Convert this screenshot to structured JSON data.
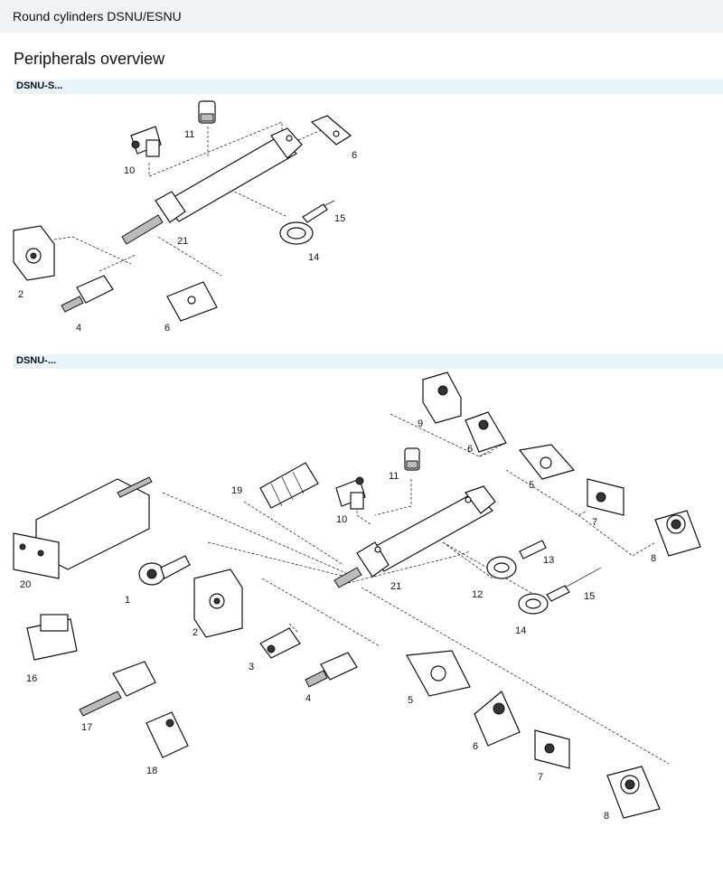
{
  "header": {
    "title": "Round cylinders DSNU/ESNU"
  },
  "page": {
    "subtitle": "Peripherals overview"
  },
  "sections": [
    {
      "label": "DSNU-S..."
    },
    {
      "label": "DSNU-..."
    }
  ],
  "callouts_top": [
    "11",
    "10",
    "6",
    "15",
    "21",
    "14",
    "2",
    "4",
    "6"
  ],
  "callouts_bottom": [
    "9",
    "6",
    "5",
    "11",
    "19",
    "10",
    "7",
    "8",
    "13",
    "20",
    "1",
    "2",
    "12",
    "21",
    "15",
    "14",
    "3",
    "4",
    "16",
    "5",
    "17",
    "6",
    "7",
    "18",
    "8"
  ]
}
